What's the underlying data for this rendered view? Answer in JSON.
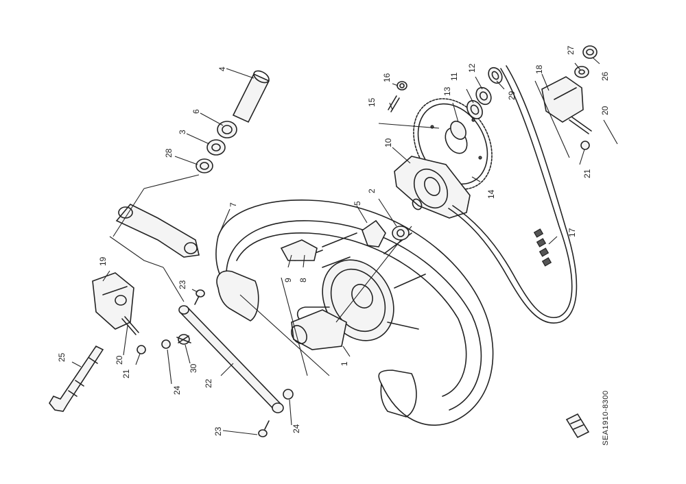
{
  "diagram": {
    "callouts": [
      "1",
      "2",
      "3",
      "4",
      "5",
      "6",
      "7",
      "8",
      "9",
      "10",
      "11",
      "12",
      "13",
      "14",
      "15",
      "16",
      "17",
      "18",
      "19",
      "20",
      "20",
      "21",
      "21",
      "22",
      "23",
      "23",
      "24",
      "24",
      "25",
      "26",
      "27",
      "28",
      "29",
      "30"
    ],
    "figure_code": "SEA1910-8300"
  }
}
